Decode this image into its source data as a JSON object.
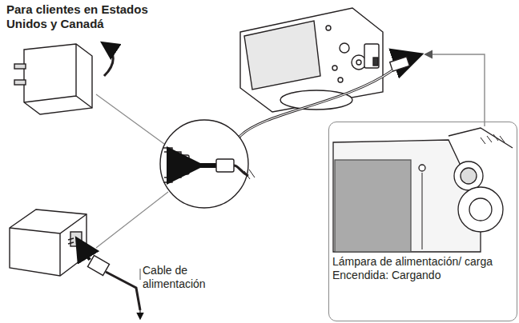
{
  "diagram": {
    "title": "Para clientes en Estados Unidos y Canadá",
    "nodes": [
      {
        "text": [
          "Lámpara de alimentación/ carga",
          "Encendida: Cargando"
        ]
      }
    ],
    "labels": [
      "Cable de alimentación"
    ]
  }
}
